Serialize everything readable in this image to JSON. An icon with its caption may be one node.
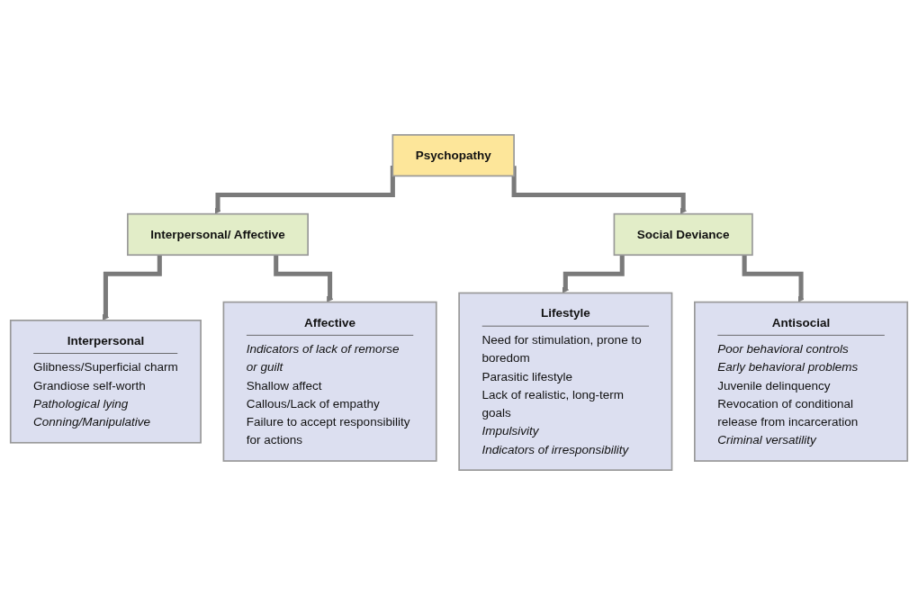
{
  "diagram": {
    "nodes": [
      {
        "text": [
          "Psychopathy"
        ]
      },
      {
        "text": [
          "Interpersonal/ Affective"
        ]
      },
      {
        "text": [
          "Social Deviance"
        ]
      },
      {
        "text": [
          "Interpersonal",
          "Glibness/Superficial charm",
          "Grandiose self-worth",
          "*Pathological lying*",
          "*Conning/Manipulative*"
        ]
      },
      {
        "text": [
          "Affective",
          "*Indicators of lack of remorse or guilt*",
          "Shallow affect",
          "Callous/Lack of empathy",
          "Failure to accept responsibility for actions"
        ]
      },
      {
        "text": [
          "Lifestyle",
          "Need for stimulation, prone to boredom",
          "Parasitic lifestyle",
          "Lack of realistic, long-term goals",
          "*Impulsivity*",
          "*Indicators of irresponsibility*"
        ]
      },
      {
        "text": [
          "Antisocial",
          "*Poor behavioral controls*",
          "*Early behavioral problems*",
          "Juvenile delinquency",
          "Revocation of conditional release from incarceration",
          "*Criminal versatility*"
        ]
      }
    ],
    "edges": [
      {
        "from": 0,
        "to": 1,
        "arrow": "to"
      },
      {
        "from": 0,
        "to": 2,
        "arrow": "to"
      },
      {
        "from": 1,
        "to": 3,
        "arrow": "to"
      },
      {
        "from": 1,
        "to": 4,
        "arrow": "to"
      },
      {
        "from": 2,
        "to": 5,
        "arrow": "to"
      },
      {
        "from": 2,
        "to": 6,
        "arrow": "to"
      }
    ]
  }
}
